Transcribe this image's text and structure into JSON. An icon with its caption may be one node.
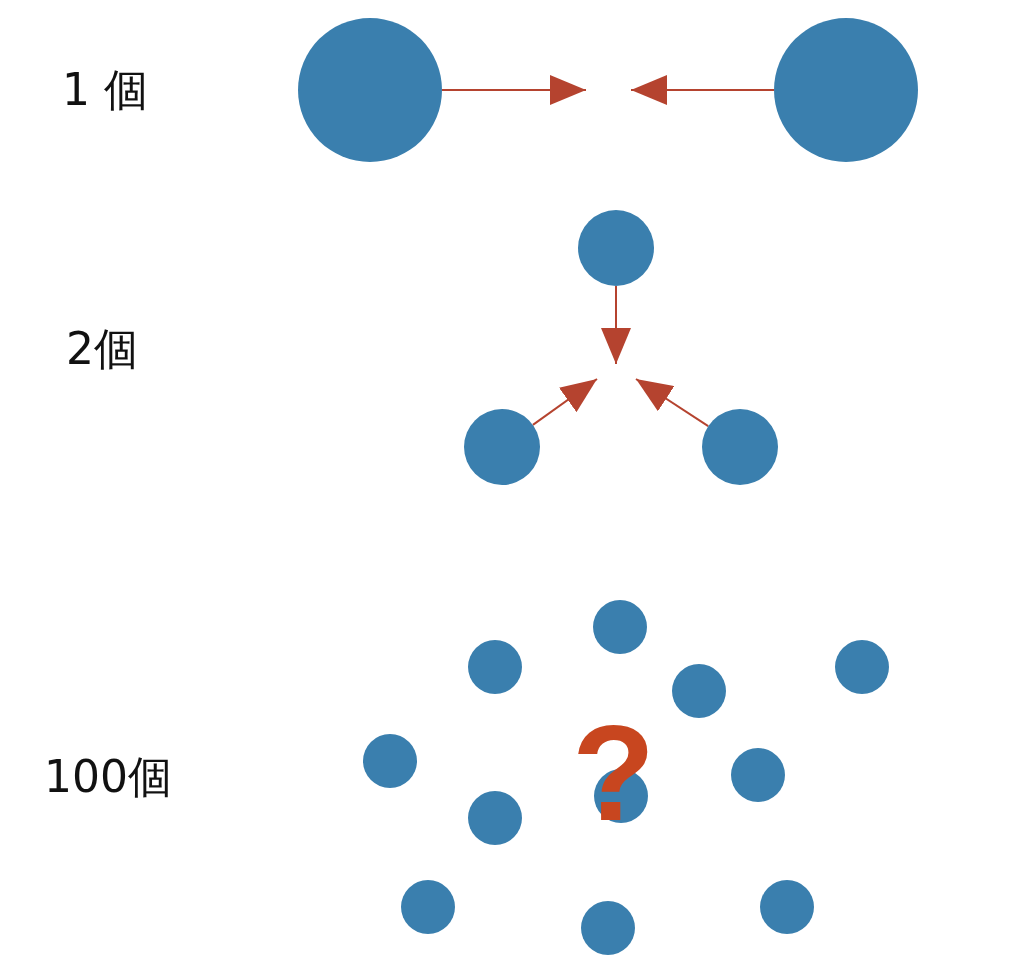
{
  "diagram": {
    "nodes": [
      {
        "text": [],
        "shape": "circle"
      },
      {
        "text": [],
        "shape": "circle"
      },
      {
        "text": [],
        "shape": "circle"
      },
      {
        "text": [],
        "shape": "circle"
      },
      {
        "text": [],
        "shape": "circle"
      },
      {
        "text": [],
        "shape": "circle"
      },
      {
        "text": [],
        "shape": "circle"
      },
      {
        "text": [],
        "shape": "circle"
      },
      {
        "text": [],
        "shape": "circle"
      },
      {
        "text": [],
        "shape": "circle"
      },
      {
        "text": [],
        "shape": "circle"
      },
      {
        "text": [],
        "shape": "circle"
      },
      {
        "text": [],
        "shape": "circle"
      },
      {
        "text": [],
        "shape": "circle"
      },
      {
        "text": [],
        "shape": "circle"
      },
      {
        "text": [],
        "shape": "circle"
      }
    ],
    "edges": [
      {
        "from": 0,
        "to": null,
        "arrow": "to"
      },
      {
        "from": 1,
        "to": null,
        "arrow": "to"
      },
      {
        "from": 2,
        "to": null,
        "arrow": "to"
      },
      {
        "from": 3,
        "to": null,
        "arrow": "to"
      },
      {
        "from": 4,
        "to": null,
        "arrow": "to"
      }
    ],
    "labels": [
      "1 個",
      "2個",
      "100個",
      "?"
    ]
  }
}
